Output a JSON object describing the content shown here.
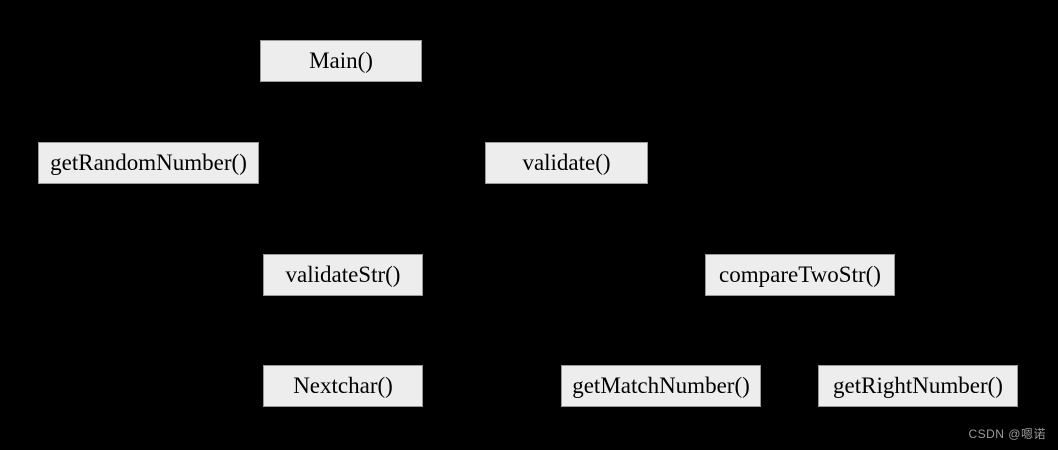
{
  "diagram": {
    "type": "call-graph",
    "background_color": "#000000",
    "node_fill_color": "#ededed",
    "node_border_color": "#9a9a9a",
    "node_text_color": "#000000",
    "nodes": [
      {
        "id": "main",
        "label": "Main()",
        "row": 1
      },
      {
        "id": "getRandomNumber",
        "label": "getRandomNumber()",
        "row": 2
      },
      {
        "id": "validate",
        "label": "validate()",
        "row": 2
      },
      {
        "id": "validateStr",
        "label": "validateStr()",
        "row": 3
      },
      {
        "id": "compareTwoStr",
        "label": "compareTwoStr()",
        "row": 3
      },
      {
        "id": "nextchar",
        "label": "Nextchar()",
        "row": 4
      },
      {
        "id": "getMatchNumber",
        "label": "getMatchNumber()",
        "row": 4
      },
      {
        "id": "getRightNumber",
        "label": "getRightNumber()",
        "row": 4
      }
    ]
  },
  "watermark": {
    "text": "CSDN @嗯诺",
    "color": "#9c9c9c"
  }
}
